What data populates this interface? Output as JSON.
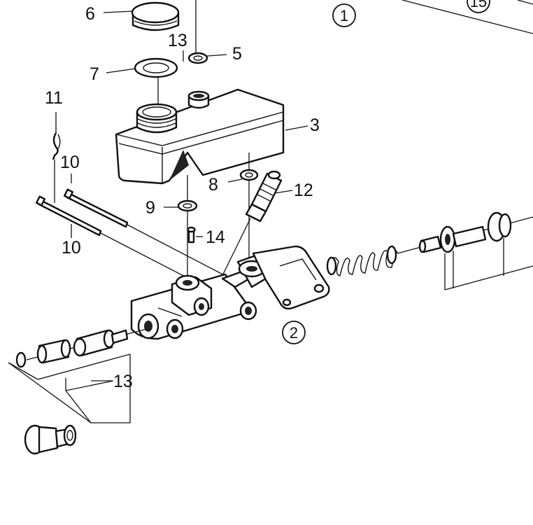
{
  "diagram": {
    "title": "",
    "part_labels": {
      "p6": "6",
      "p13a": "13",
      "p5": "5",
      "p7": "7",
      "p3": "3",
      "p11": "11",
      "p10a": "10",
      "p8": "8",
      "p12": "12",
      "p9": "9",
      "p14": "14",
      "p10b": "10",
      "p13b": "13"
    },
    "circled_labels": {
      "c1": "1",
      "c2": "2",
      "c15": "15"
    }
  }
}
